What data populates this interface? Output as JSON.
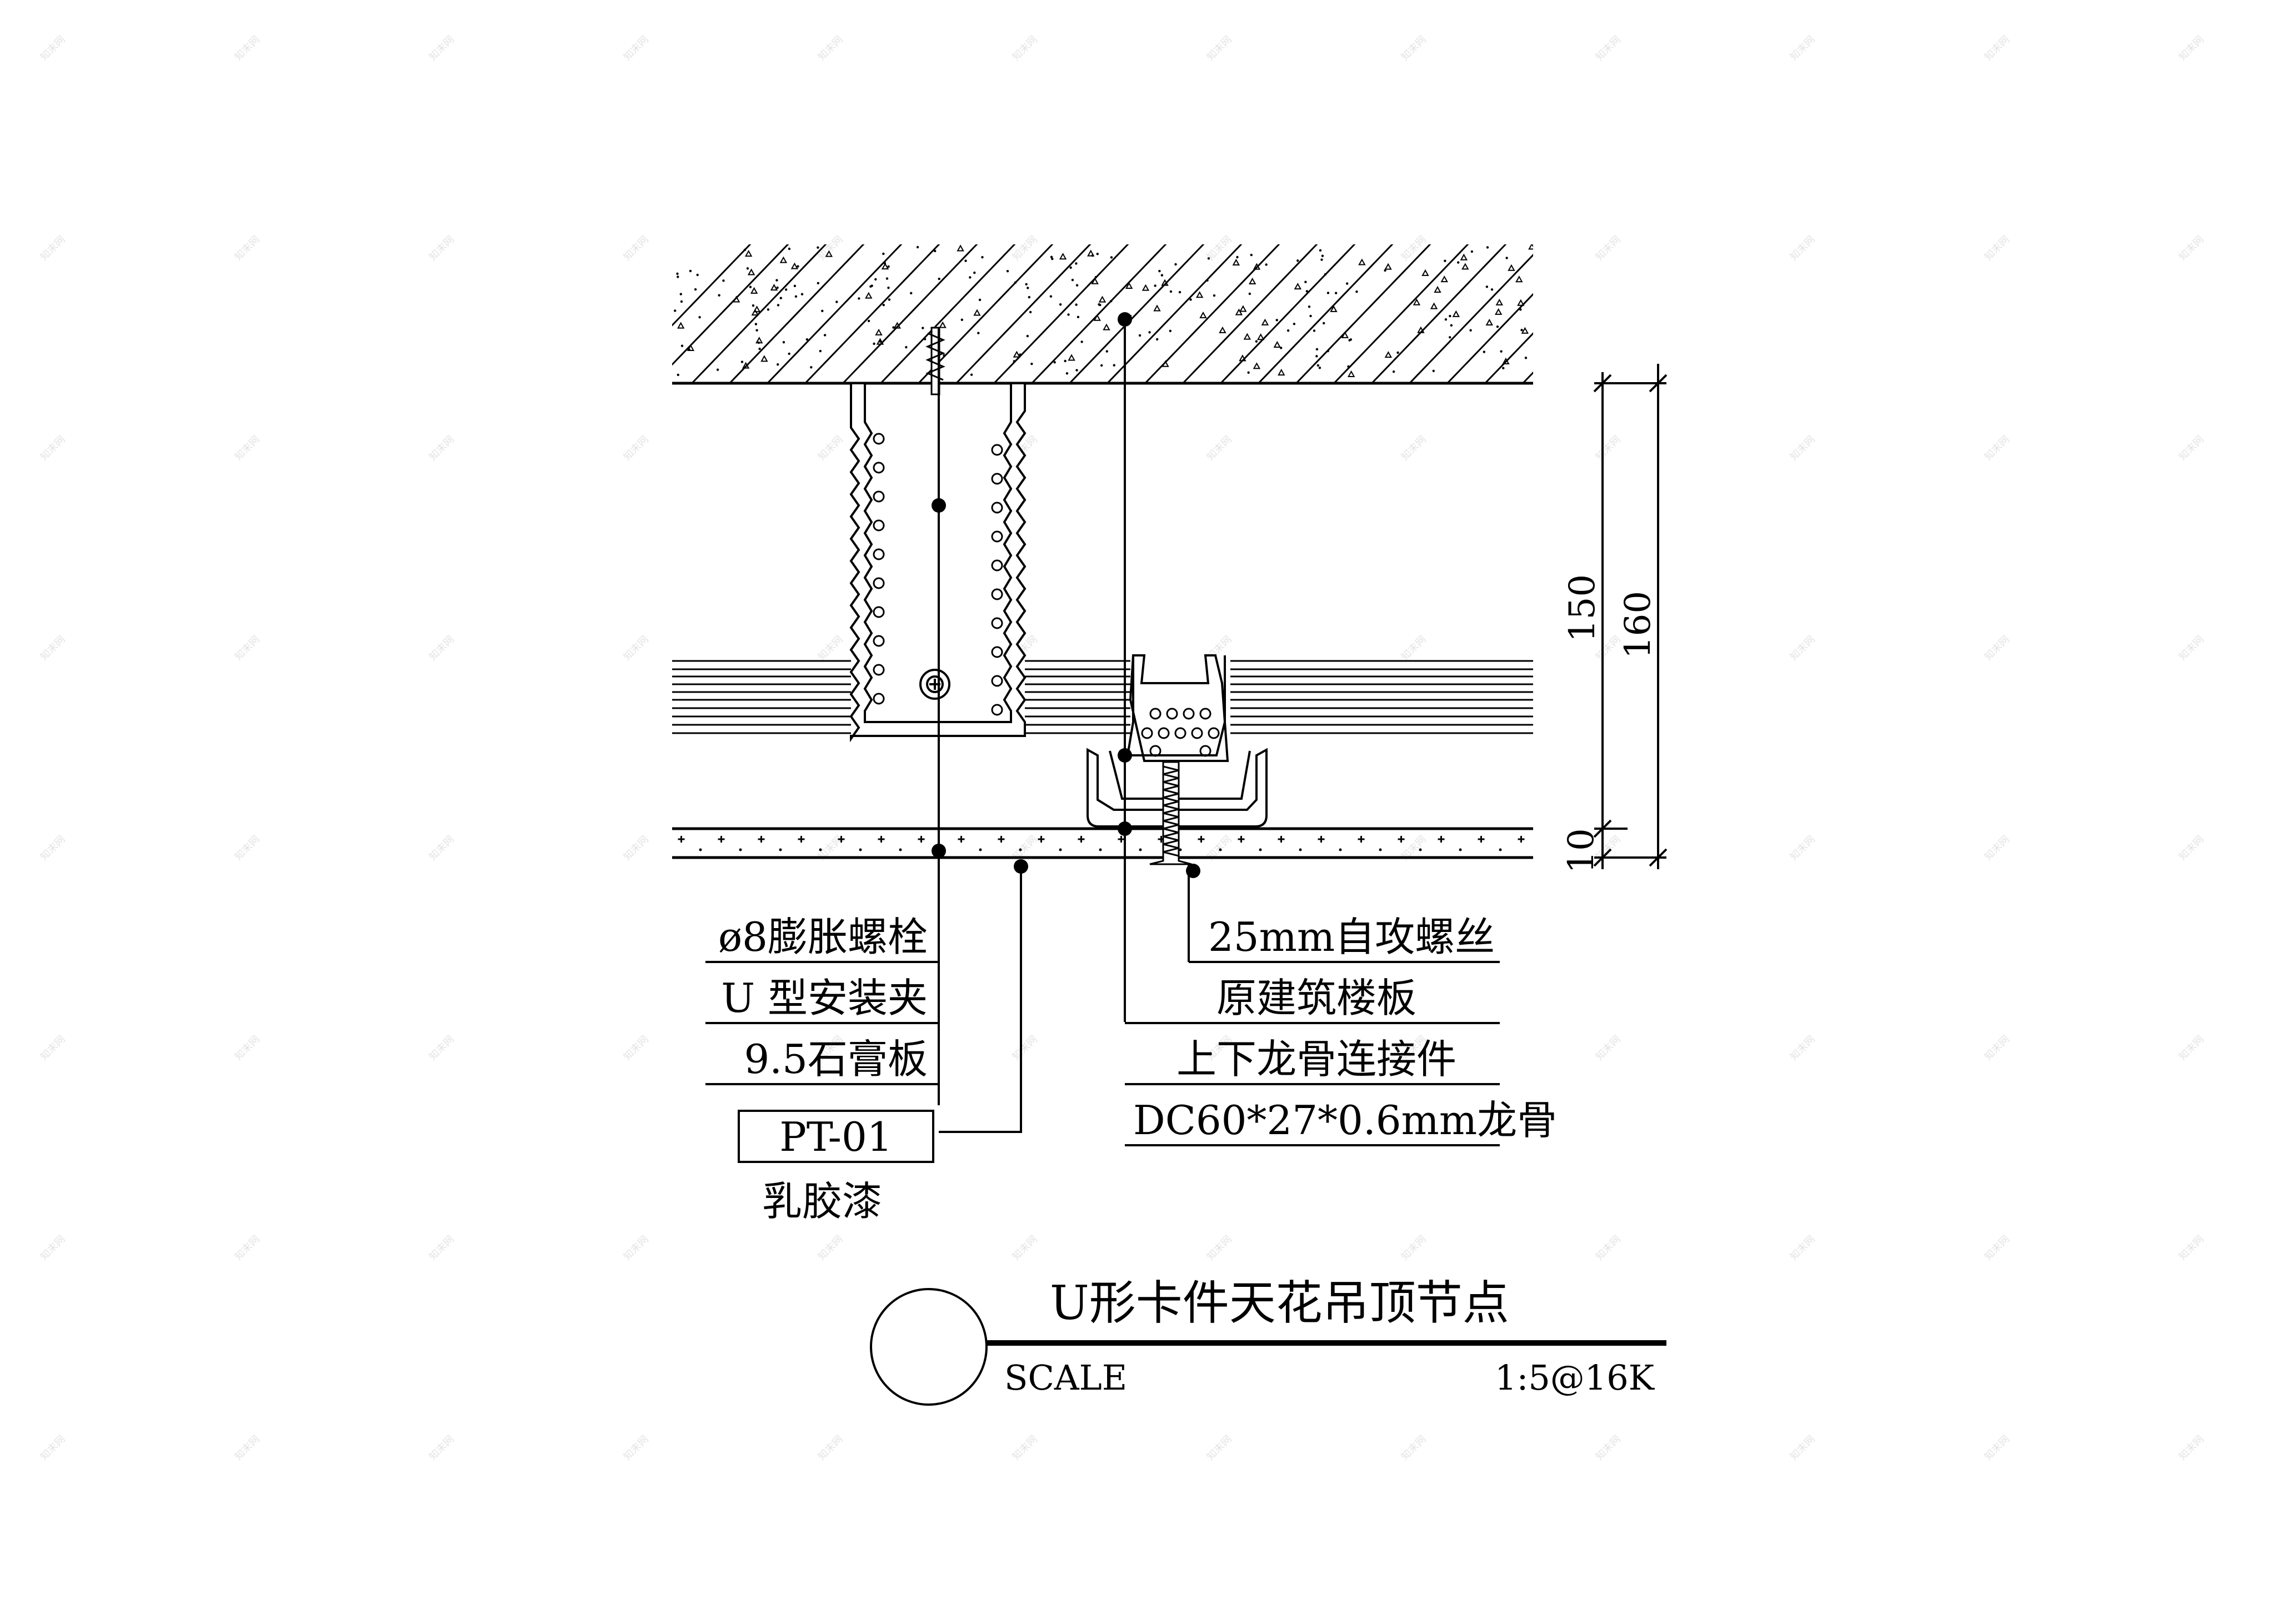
{
  "diagram": {
    "title": "U形卡件天花吊顶节点",
    "scale_label": "SCALE",
    "scale_value": "1:5@16K",
    "callouts": {
      "expansion_bolt": "ø8膨胀螺栓",
      "u_clip": "U 型安装夹",
      "gypsum_board": "9.5石膏板",
      "paint_code": "PT-01",
      "paint_name": "乳胶漆",
      "self_tapping_screw": "25mm自攻螺丝",
      "floor_slab": "原建筑楼板",
      "keel_connector": "上下龙骨连接件",
      "keel": "DC60*27*0.6mm龙骨"
    },
    "dimensions": {
      "total": "160",
      "keel_zone": "150",
      "board": "10"
    },
    "watermark": "知末网"
  }
}
